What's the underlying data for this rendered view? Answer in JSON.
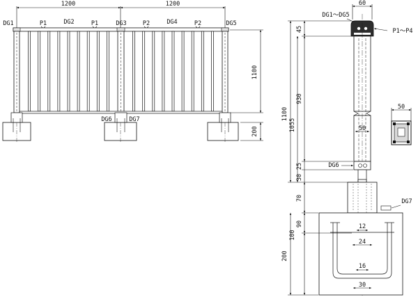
{
  "front_view": {
    "dim_top_left": "1200",
    "dim_top_right": "1200",
    "dim_height": "1100",
    "dim_base": "200",
    "labels": {
      "dg1": "DG1",
      "p1_left": "P1",
      "dg2": "DG2",
      "p1_right": "P1",
      "dg3": "DG3",
      "p2_left": "P2",
      "dg4": "DG4",
      "p2_right": "P2",
      "dg5": "DG5",
      "dg6": "DG6",
      "dg7": "DG7"
    }
  },
  "side_view": {
    "label_cap": "DG1～DG5",
    "label_p": "P1～P4",
    "dim_top_width": "60",
    "dim_45": "45",
    "dim_930": "930",
    "dim_1100": "1100",
    "dim_1055": "1055",
    "dim_post_width": "50",
    "dim_25": "25",
    "label_dg6": "DG6",
    "dim_30": "30",
    "dim_70": "70",
    "label_dg7": "DG7",
    "dim_100": "100",
    "dim_90": "90",
    "dim_200": "200",
    "dim_12": "12",
    "dim_24": "24",
    "dim_16": "16",
    "dim_bottom_30": "30"
  },
  "section_view": {
    "dim_width": "50"
  }
}
